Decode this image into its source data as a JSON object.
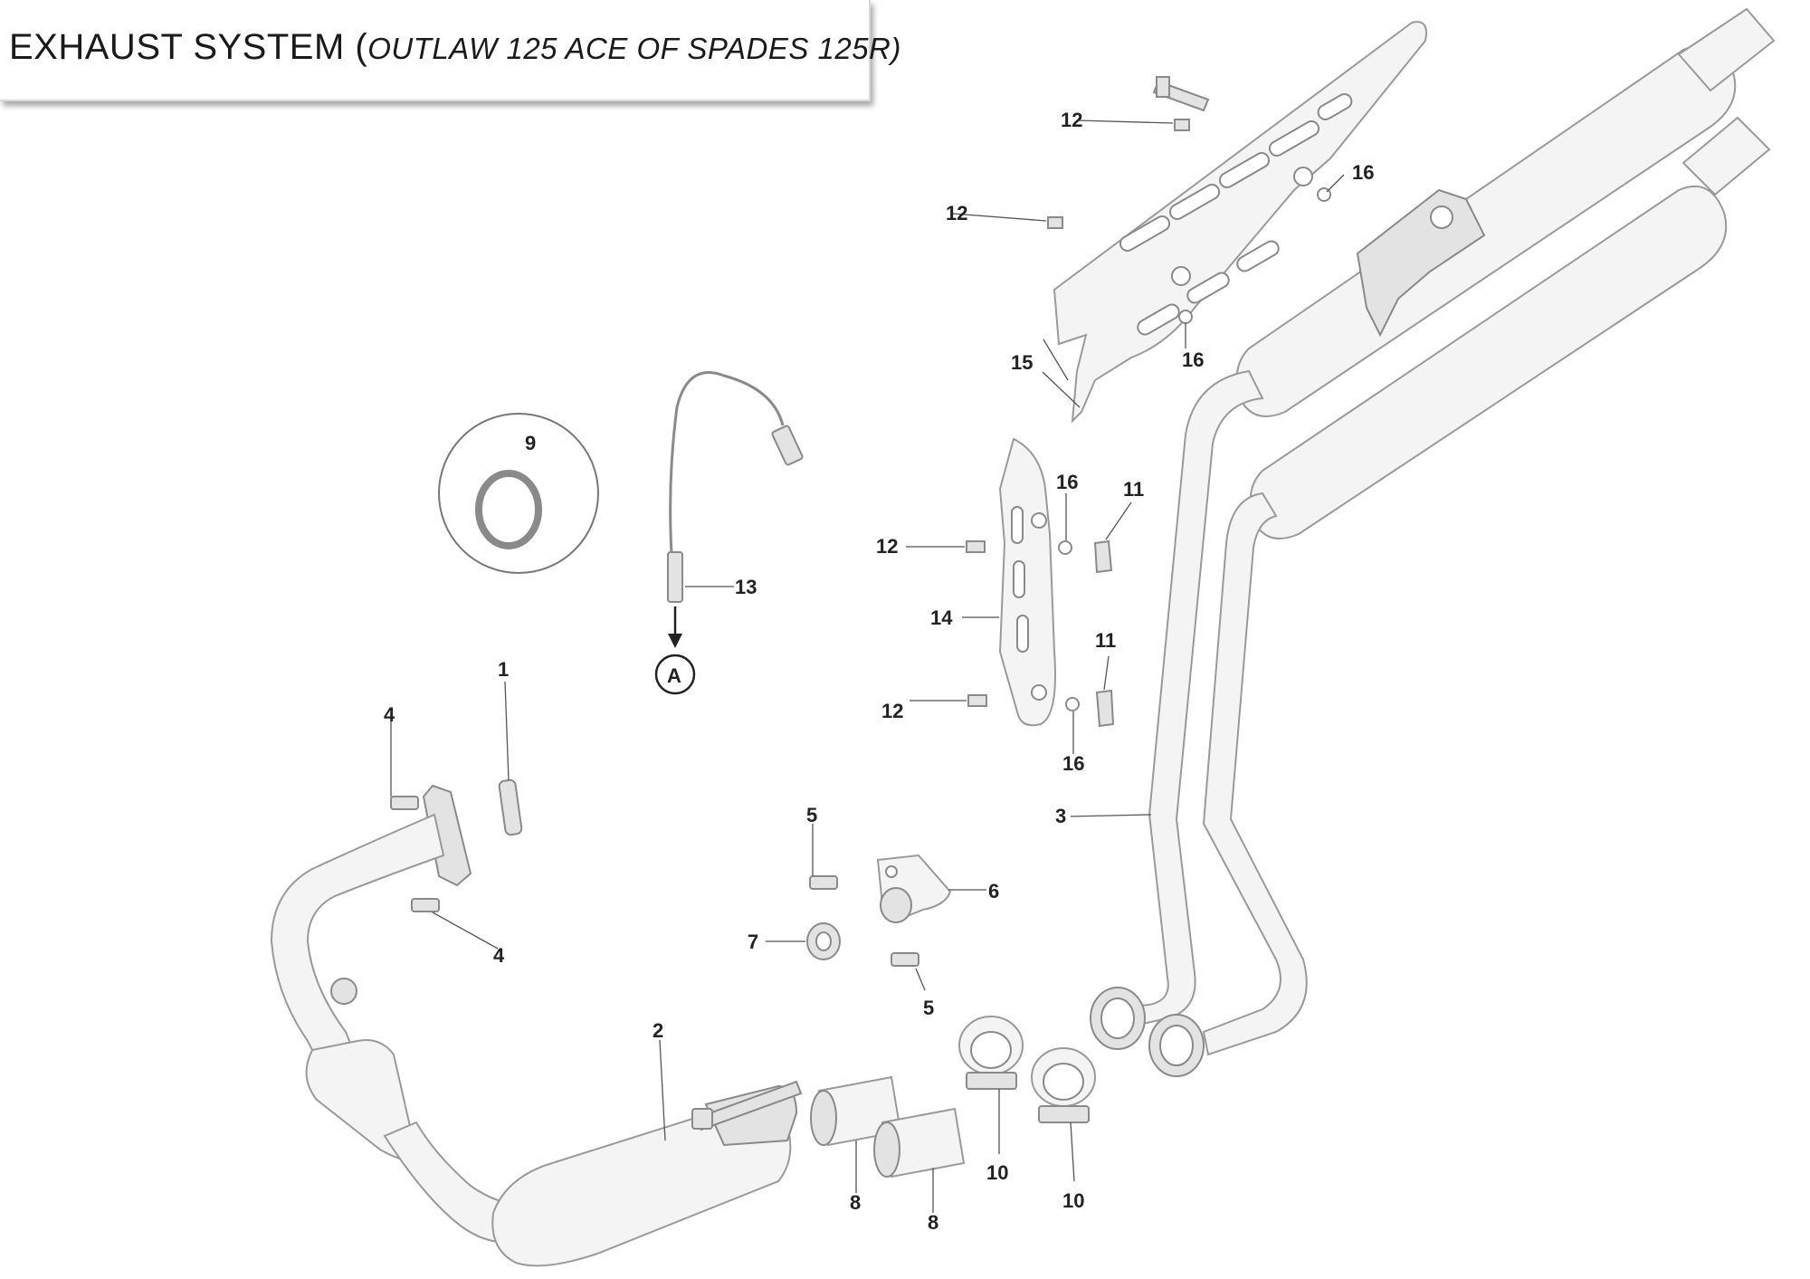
{
  "title": {
    "main": "EXHAUST SYSTEM (",
    "models": "OUTLAW 125    ACE OF SPADES 125R)"
  },
  "callouts": {
    "p1": "1",
    "p2": "2",
    "p3": "3",
    "p4a": "4",
    "p4b": "4",
    "p5a": "5",
    "p5b": "5",
    "p6": "6",
    "p7": "7",
    "p8a": "8",
    "p8b": "8",
    "p9": "9",
    "p10a": "10",
    "p10b": "10",
    "p11a": "11",
    "p11b": "11",
    "p12a": "12",
    "p12b": "12",
    "p12c": "12",
    "p12d": "12",
    "p13": "13",
    "p14": "14",
    "p15": "15",
    "p16a": "16",
    "p16b": "16",
    "p16c": "16",
    "p16d": "16",
    "refA": "A"
  },
  "colors": {
    "part_fill": "#f4f4f4",
    "part_stroke": "#9a9a9a",
    "label_text": "#222222"
  }
}
